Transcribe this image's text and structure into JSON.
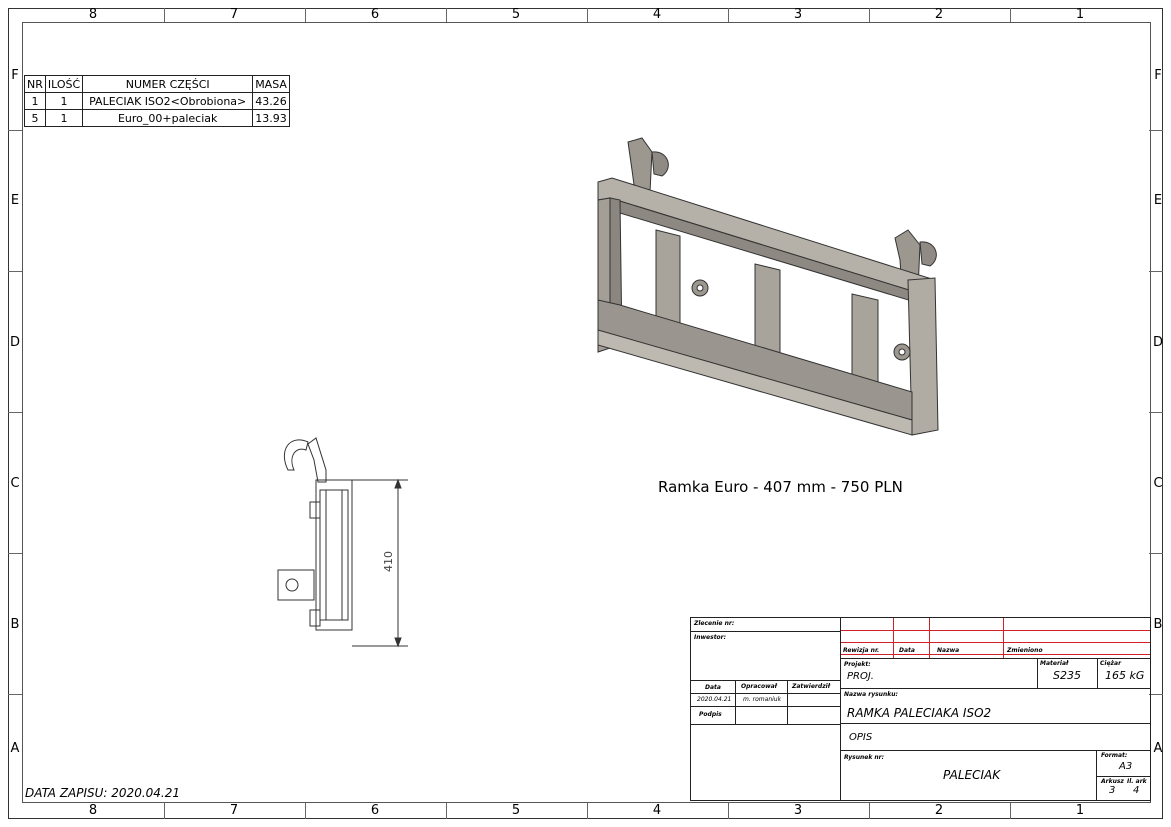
{
  "border": {
    "columns": [
      "8",
      "7",
      "6",
      "5",
      "4",
      "3",
      "2",
      "1"
    ],
    "rows": [
      "F",
      "E",
      "D",
      "C",
      "B",
      "A"
    ]
  },
  "bom": {
    "headers": [
      "NR",
      "ILOŚĆ",
      "NUMER CZĘŚCI",
      "MASA"
    ],
    "rows": [
      [
        "1",
        "1",
        "PALECIAK ISO2<Obrobiona>",
        "43.26"
      ],
      [
        "5",
        "1",
        "Euro_00+paleciak",
        "13.93"
      ]
    ]
  },
  "note": "Ramka Euro - 407 mm - 750 PLN",
  "dimension": "410",
  "save_date": "DATA ZAPISU:  2020.04.21",
  "title_block": {
    "zlecenie": "Zlecenie nr:",
    "inwestor": "Inwestor:",
    "rewizja": "Rewizja nr.",
    "data": "Data",
    "nazwa": "Nazwa",
    "zmieniono": "Zmieniono",
    "projekt_label": "Projekt:",
    "projekt_value": "PROJ.",
    "material_label": "Materiał",
    "material_value": "S235",
    "ciezar_label": "Ciężar",
    "ciezar_value": "165 kG",
    "col_data": "Data",
    "col_opracowal": "Opracował",
    "col_zatwierdzil": "Zatwierdził",
    "row_date": "2020.04.21",
    "row_author": "m. romaniuk",
    "podpis": "Podpis",
    "nazwa_rys_label": "Nazwa rysunku:",
    "nazwa_rys_value": "RAMKA PALECIAKA ISO2",
    "opis": "OPIS",
    "rys_nr_label": "Rysunek nr:",
    "rys_nr_value": "PALECIAK",
    "format_label": "Format:",
    "format_value": "A3",
    "arkusz_label": "Arkusz",
    "arkusz_value": "3",
    "il_ark_label": "Il. ark",
    "il_ark_value": "4"
  }
}
